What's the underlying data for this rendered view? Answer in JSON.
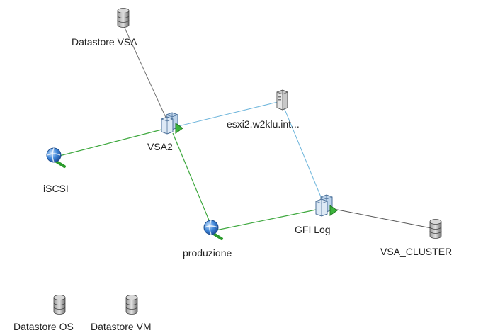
{
  "colors": {
    "link_storage": "#707070",
    "link_host": "#6fb6dc",
    "link_network": "#3ea83e"
  },
  "nodes": {
    "datastore_vsa": {
      "label": "Datastore VSA",
      "icon": "datastore-icon"
    },
    "vsa2": {
      "label": "VSA2",
      "icon": "virtual-machine-icon"
    },
    "esxi2": {
      "label": "esxi2.w2klu.int...",
      "icon": "host-server-icon"
    },
    "iscsi": {
      "label": "iSCSI",
      "icon": "network-icon"
    },
    "gfi_log": {
      "label": "GFI Log",
      "icon": "virtual-machine-icon"
    },
    "produzione": {
      "label": "produzione",
      "icon": "network-icon"
    },
    "vsa_cluster": {
      "label": "VSA_CLUSTER",
      "icon": "datastore-icon"
    },
    "datastore_os": {
      "label": "Datastore OS",
      "icon": "datastore-icon"
    },
    "datastore_vm": {
      "label": "Datastore VM",
      "icon": "datastore-icon"
    }
  }
}
